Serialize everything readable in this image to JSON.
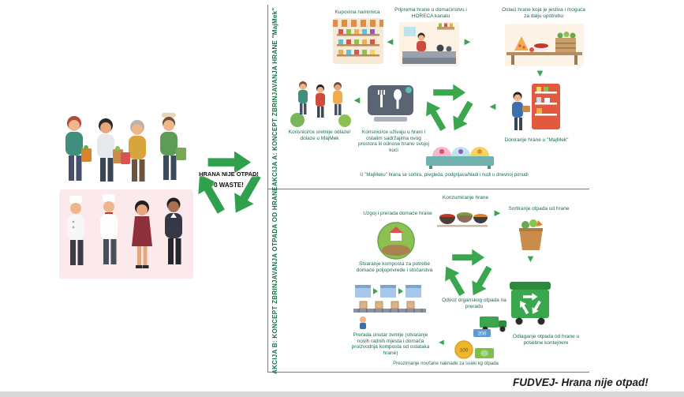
{
  "page": {
    "caption": "FUDVEJ- Hrana nije otpad!"
  },
  "center": {
    "line1": "HRANA NIJE OTPAD!",
    "line2": "0 WASTE!"
  },
  "icons": {
    "arrow_left": "◄",
    "arrow_right": "►",
    "arrow_down": "▼"
  },
  "section_a": {
    "title": "AKCIJA A: KONCEPT ZBRINJAVANJA HRANE \"MajMek\"",
    "labels": {
      "kupovina": "Kupovina namirnica",
      "priprema": "Priprema hrane u domaćinstvu i HORECA kanalu",
      "ostaci": "Ostaci hrane koja je jestiva i moguća za dalju upotrebu",
      "dolaze": "Korisnici/ce sretnije odlaze/ dolaze u MajMek",
      "uzivaju": "Korisnici/ce uživaju u hrani i ostalim sadržajima ovog prostora ili odnose hranu svojoj kući",
      "doniranje": "Doniranje hrane u \"MajMek\"",
      "sortira": "U \"MajMeku\" hrana se sortira, pregleda, podgrijava/hladi i nudi u dnevnoj ponudi"
    }
  },
  "section_b": {
    "title": "AKCIJA B: KONCEPT ZBRINJAVANJA OTPADA OD HRANE",
    "labels": {
      "konzumiranje": "Konzumiranje hrane",
      "sortiranje": "Sortiranje otpada od hrane",
      "uzgoj": "Uzgoj i prerada domaće hrane",
      "kompost": "Stvaranje komposta za potrebe domaće poljoprivrede i stočarstva",
      "odvoz": "Odvoz organskog otpada na preradu",
      "odlaganje": "Odlaganje otpada od hrane u posebne kontejnere",
      "prerada": "Prerada unutar zemlje (otvaranje novih radnih mjesta i domaća proizvodnja komposta od ostataka hrane)",
      "naknada": "Preuzimanje novčane naknade za svaki kg otpada",
      "coin_200": "200",
      "coin_100": "100"
    }
  },
  "colors": {
    "green": "#3aa64e",
    "title_green": "#127448",
    "label_green": "#1a6b52",
    "pink_bg": "#fce9ec",
    "gray_bar": "#d8d8d8"
  }
}
